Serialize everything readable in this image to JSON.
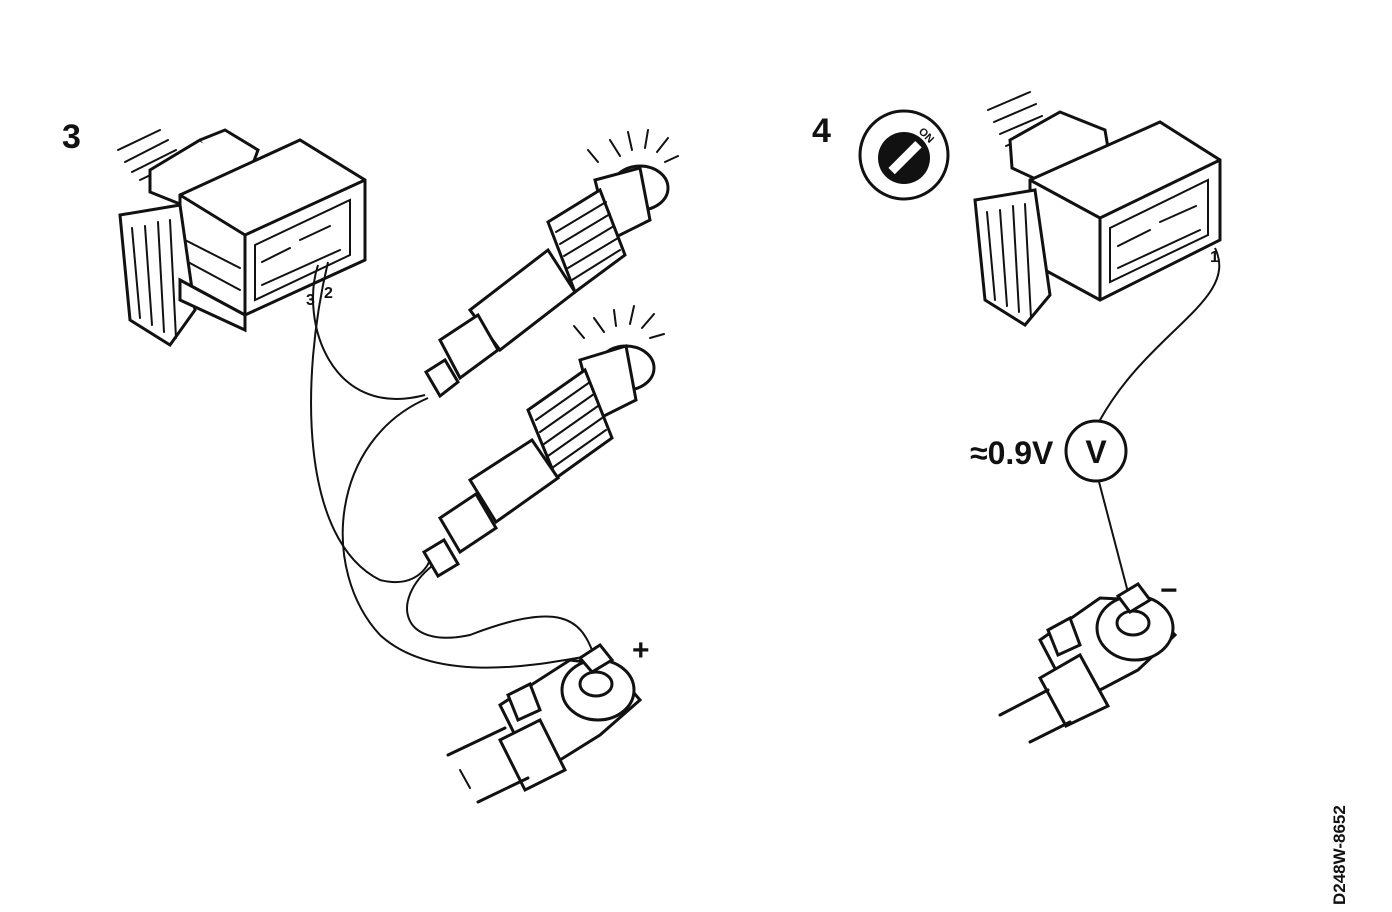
{
  "panel3": {
    "step_label": "3",
    "pin_labels": [
      "3",
      "2"
    ],
    "polarity": "+"
  },
  "panel4": {
    "step_label": "4",
    "switch_label": "ON",
    "pin_label": "1",
    "voltage_reading": "≈0.9V",
    "meter_symbol": "V",
    "polarity": "−"
  },
  "figure_ref": "D248W-8652"
}
